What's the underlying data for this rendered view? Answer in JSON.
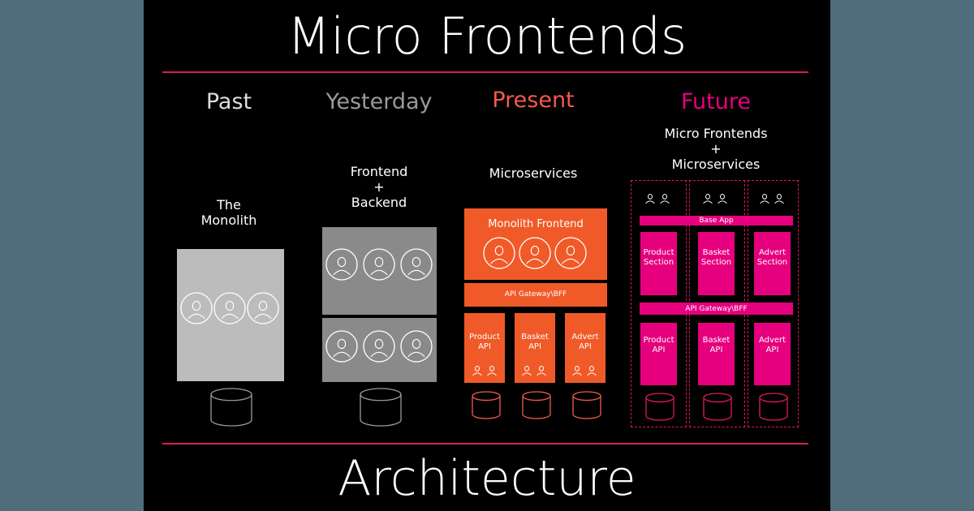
{
  "header": {
    "title": "Micro Frontends"
  },
  "footer": {
    "title": "Architecture"
  },
  "colors": {
    "accent": "#d81b60",
    "pink": "#e6007e",
    "orange": "#f05a28",
    "past_gray": "#bcbcbc",
    "yesterday_gray": "#8a8a8a"
  },
  "columns": {
    "past": {
      "heading": "Past",
      "label_line1": "The",
      "label_line2": "Monolith"
    },
    "yesterday": {
      "heading": "Yesterday",
      "label_line1": "Frontend",
      "label_line2": "+",
      "label_line3": "Backend"
    },
    "present": {
      "heading": "Present",
      "label": "Microservices",
      "frontend_label": "Monolith Frontend",
      "gateway_label": "API Gateway\\BFF",
      "services": [
        {
          "line1": "Product",
          "line2": "API"
        },
        {
          "line1": "Basket",
          "line2": "API"
        },
        {
          "line1": "Advert",
          "line2": "API"
        }
      ]
    },
    "future": {
      "heading": "Future",
      "label_line1": "Micro Frontends",
      "label_line2": "+",
      "label_line3": "Microservices",
      "base_app_label": "Base App",
      "gateway_label": "API Gateway\\BFF",
      "sections": [
        {
          "line1": "Product",
          "line2": "Section"
        },
        {
          "line1": "Basket",
          "line2": "Section"
        },
        {
          "line1": "Advert",
          "line2": "Section"
        }
      ],
      "apis": [
        {
          "line1": "Product",
          "line2": "API"
        },
        {
          "line1": "Basket",
          "line2": "API"
        },
        {
          "line1": "Advert",
          "line2": "API"
        }
      ]
    }
  }
}
